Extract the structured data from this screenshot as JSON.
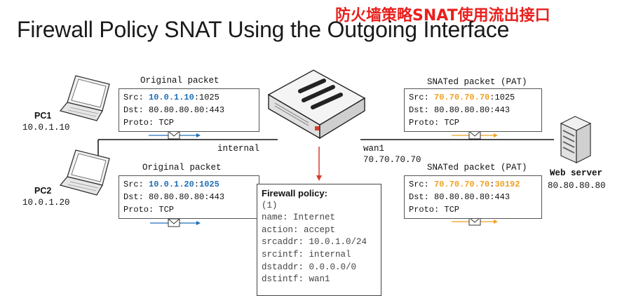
{
  "cn_title": "防火墙策略SNAT使用流出接口",
  "title": "Firewall Policy SNAT Using the Outgoing Interface",
  "pc1": {
    "name": "PC1",
    "ip": "10.0.1.10"
  },
  "pc2": {
    "name": "PC2",
    "ip": "10.0.1.20"
  },
  "internal_label": "internal",
  "wan": {
    "name": "wan1",
    "ip": "70.70.70.70"
  },
  "server": {
    "name": "Web server",
    "ip": "80.80.80.80"
  },
  "packet1": {
    "caption": "Original packet",
    "src_prefix": "Src: ",
    "src_ip": "10.0.1.10",
    "src_sep": ":",
    "src_port": "1025",
    "dst": "Dst: 80.80.80.80:443",
    "proto": "Proto: TCP"
  },
  "packet2": {
    "caption": "Original packet",
    "src_prefix": "Src: ",
    "src_ip": "10.0.1.20",
    "src_sep": ":",
    "src_port": "1025",
    "dst": "Dst: 80.80.80.80:443",
    "proto": "Proto: TCP"
  },
  "packet3": {
    "caption": "SNATed packet (PAT)",
    "src_prefix": "Src: ",
    "src_ip": "70.70.70.70",
    "src_sep": ":",
    "src_port": "1025",
    "dst": "Dst: 80.80.80.80:443",
    "proto": "Proto: TCP"
  },
  "packet4": {
    "caption": "SNATed packet (PAT)",
    "src_prefix": "Src: ",
    "src_ip": "70.70.70.70",
    "src_sep": ":",
    "src_port": "30192",
    "dst": "Dst: 80.80.80.80:443",
    "proto": "Proto: TCP"
  },
  "policy": {
    "title": "Firewall policy:",
    "lines": [
      "(1)",
      "name: Internet",
      "action: accept",
      "srcaddr: 10.0.1.0/24",
      "srcintf: internal",
      "dstaddr: 0.0.0.0/0",
      "dstintf: wan1"
    ]
  },
  "colors": {
    "title_red": "#e8201e",
    "blue": "#1e6fb8",
    "orange": "#f0a020",
    "arrow_red": "#d93b2b"
  },
  "icons": [
    "laptop-icon",
    "firewall-appliance-icon",
    "server-icon",
    "envelope-icon"
  ]
}
